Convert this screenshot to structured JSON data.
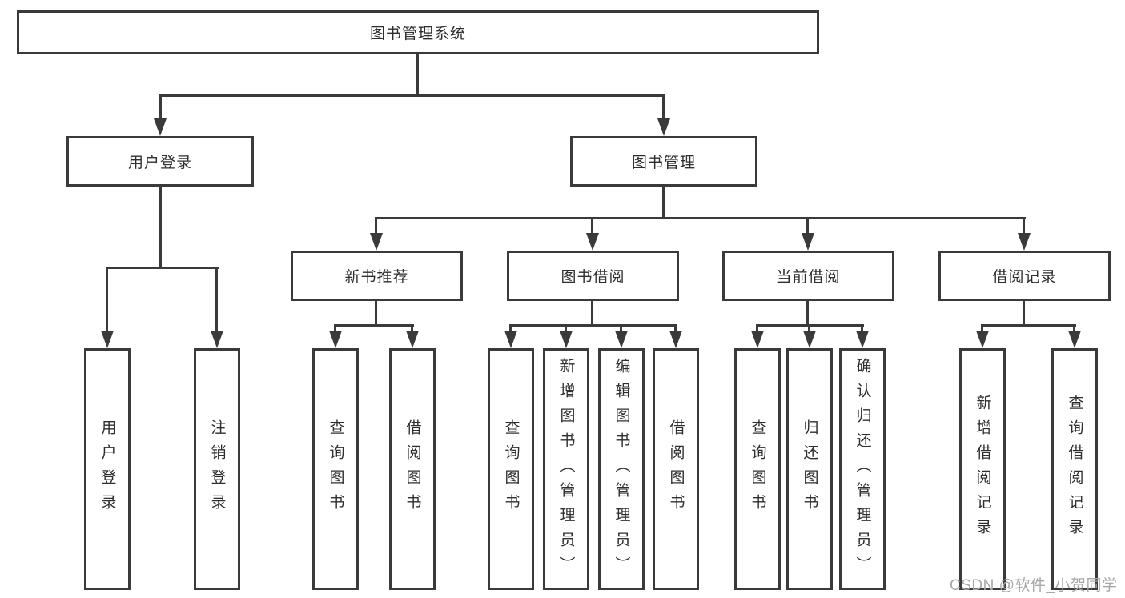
{
  "colors": {
    "line": "#3a3a3a",
    "text": "#2e2e2e",
    "node_background": "#ffffff",
    "page_background": "#ffffff",
    "watermark": "#a8a8a8"
  },
  "tree": {
    "root": "图书管理系统",
    "children": [
      {
        "label": "用户登录",
        "children": [
          {
            "label": "用户登录"
          },
          {
            "label": "注销登录"
          }
        ]
      },
      {
        "label": "图书管理",
        "children": [
          {
            "label": "新书推荐",
            "children": [
              {
                "label": "查询图书"
              },
              {
                "label": "借阅图书"
              }
            ]
          },
          {
            "label": "图书借阅",
            "children": [
              {
                "label": "查询图书"
              },
              {
                "label": "新增图书（管理员）"
              },
              {
                "label": "编辑图书（管理员）"
              },
              {
                "label": "借阅图书"
              }
            ]
          },
          {
            "label": "当前借阅",
            "children": [
              {
                "label": "查询图书"
              },
              {
                "label": "归还图书"
              },
              {
                "label": "确认归还（管理员）"
              }
            ]
          },
          {
            "label": "借阅记录",
            "children": [
              {
                "label": "新增借阅记录"
              },
              {
                "label": "查询借阅记录"
              }
            ]
          }
        ]
      }
    ]
  },
  "watermark": {
    "text": "CSDN @软件_小贺同学"
  }
}
